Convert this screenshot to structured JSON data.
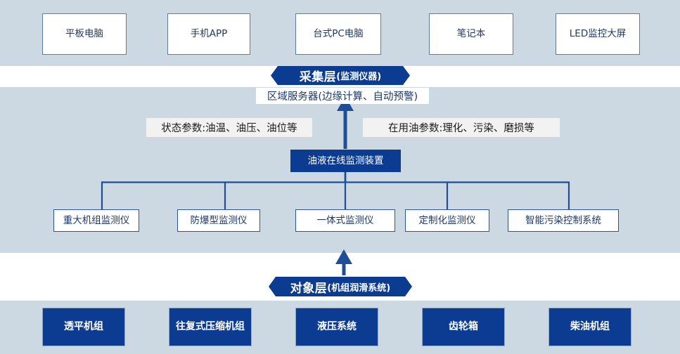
{
  "diagram": {
    "title_layers": {
      "collection_layer": {
        "main": "采集层",
        "sub": "(监测仪器)"
      },
      "object_layer": {
        "main": "对象层",
        "sub": " (机组润滑系统)"
      }
    },
    "colors": {
      "band_bg": "#cdd9e2",
      "deep_blue": "#0b3c91",
      "box_border": "#5b7da9",
      "detector_border": "#2f5597",
      "text_blue": "#1f3864",
      "param_bg": "#f2f2f2",
      "wire": "#1f4e97"
    },
    "terminals": [
      {
        "label": "平板电脑"
      },
      {
        "label": "手机APP"
      },
      {
        "label": "台式PC电脑"
      },
      {
        "label": "笔记本"
      },
      {
        "label": "LED监控大屏"
      }
    ],
    "server": {
      "label": "区域服务器(边缘计算、自动预警)"
    },
    "params": [
      {
        "label": "状态参数:油温、油压、油位等"
      },
      {
        "label": "在用油参数:理化、污染、磨损等"
      }
    ],
    "device": {
      "label": "油液在线监测装置"
    },
    "detectors": [
      {
        "label": "重大机组监测仪"
      },
      {
        "label": "防爆型监测仪"
      },
      {
        "label": "一体式监测仪"
      },
      {
        "label": "定制化监测仪"
      },
      {
        "label": "智能污染控制系统"
      }
    ],
    "objects": [
      {
        "label": "透平机组"
      },
      {
        "label": "往复式压缩机组"
      },
      {
        "label": "液压系统"
      },
      {
        "label": "齿轮箱"
      },
      {
        "label": "柴油机组"
      }
    ],
    "icons": {
      "arrow_up_to_server": "arrow-up-icon",
      "arrow_up_to_object_layer": "arrow-up-icon"
    }
  }
}
